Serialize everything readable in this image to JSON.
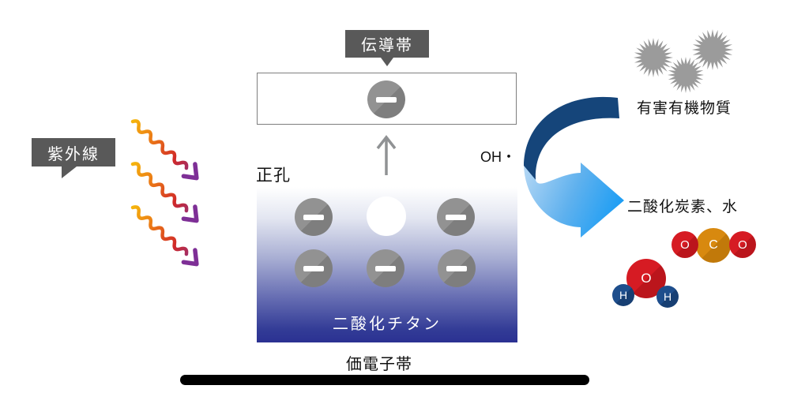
{
  "uv": {
    "label": "紫外線"
  },
  "bands": {
    "conduction_label": "伝導帯",
    "valence_label": "価電子帯"
  },
  "semiconductor": {
    "name": "二酸化チタン",
    "hole_label": "正孔"
  },
  "reaction": {
    "radical": "OH・",
    "reactant": "有害有機物質",
    "products": "二酸化炭素、水"
  },
  "molecules": {
    "co2": {
      "o_left": "O",
      "c": "C",
      "o_right": "O"
    },
    "h2o": {
      "o": "O",
      "h_left": "H",
      "h_right": "H"
    }
  },
  "colors": {
    "label_bg": "#595959",
    "tio2_bottom": "#2b3192",
    "electron_gray": "#8e8e8e",
    "uv_yellow": "#f5b40d",
    "uv_orange": "#ea7317",
    "uv_red": "#d12a28",
    "uv_purple": "#7e2f96",
    "cycle_dark_blue": "#15457a",
    "cycle_light_blue": "#1e9ef4",
    "oxygen_red": "#d61b23",
    "carbon_orange": "#d8890f",
    "hydrogen_blue": "#1e4e8c",
    "pollutant_gray": "#9b9b9b"
  }
}
